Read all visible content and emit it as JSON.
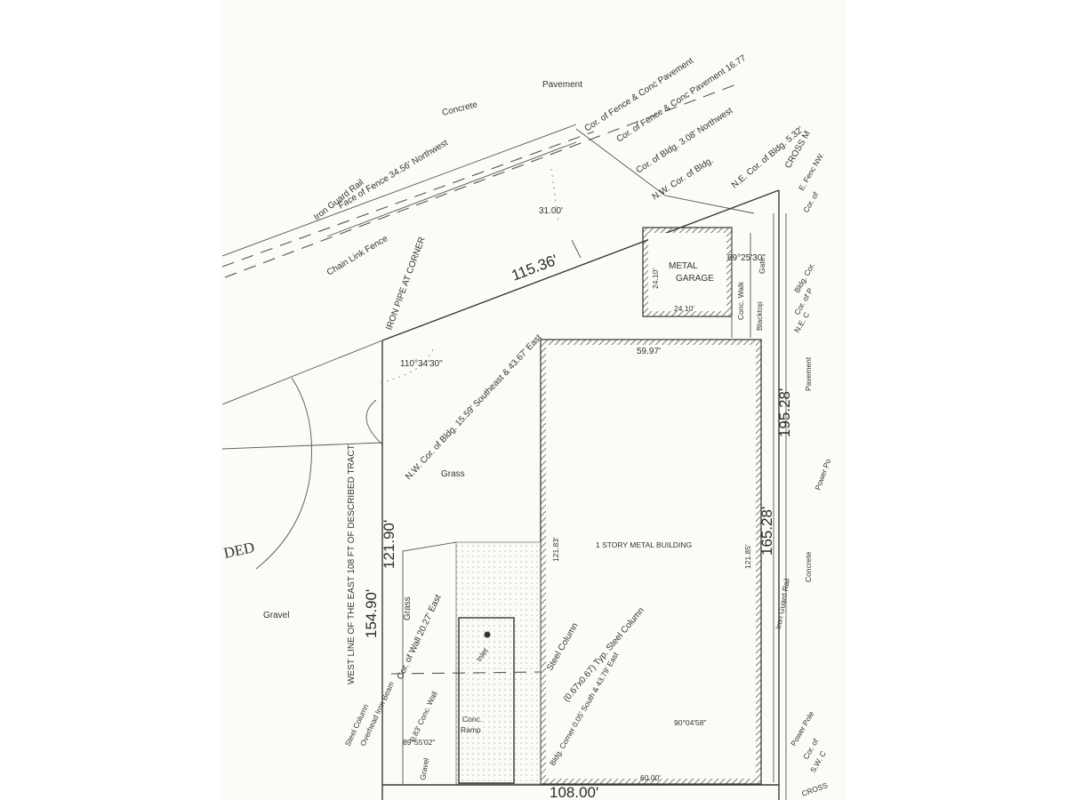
{
  "labels": {
    "pavement_top": "Pavement",
    "concrete_top": "Concrete",
    "iron_guard_rail": "Iron Guard Rail",
    "face_of_fence": "Face of Fence 34.56' Northwest",
    "chain_link_fence": "Chain Link Fence",
    "cor_fence_conc_1": "Cor. of Fence & Conc Pavement",
    "cor_fence_conc_2": "Cor. of Fence & Conc Pavement 16.77",
    "cor_bldg_nw": "Cor. of Bldg. 3.08' Northwest",
    "nw_cor_bldg": "N.W. Cor. of Bldg.",
    "ne_cor_bldg": "N.E. Cor. of Bldg. 5.32'",
    "cross": "CROSS M",
    "e_fence": "E. Fenc NW.",
    "cor_of": "Cor. of",
    "dim_31": "31.00'",
    "dim_115": "115.36'",
    "iron_pipe": "IRON PIPE AT CORNER",
    "angle_110": "110°34'30\"",
    "angle_69": "69°25'30\"",
    "metal_garage": "METAL GARAGE",
    "garage_dim_v": "24.10'",
    "garage_dim_h": "24.10'",
    "conc_walk": "Conc. Walk",
    "blacktop": "Blacktop",
    "gate": "Gate",
    "bldg_cor": "Bldg. Cor.",
    "cor_of_p": "Cor. of P",
    "ne_c": "N.E. C",
    "bldg_dim_top": "59.97'",
    "nw_cor_note": "N.W. Cor. of Bldg. 15.59' Southeast & 43.67' East",
    "grass_1": "Grass",
    "grass_2": "Grass",
    "ded": "DED",
    "west_line": "WEST LINE OF THE EAST 108 FT OF DESCRIBED TRACT",
    "dim_121_90": "121.90'",
    "dim_154_90": "154.90'",
    "gravel_1": "Gravel",
    "gravel_2": "Gravel",
    "bldg_dim_left": "121.83'",
    "bldg_dim_right": "121.85'",
    "metal_building": "1 STORY METAL BUILDING",
    "pavement_right": "Pavement",
    "dim_195": "195.28'",
    "dim_165": "165.28'",
    "power_pole": "Power Po",
    "concrete_right": "Concrete",
    "iron_guard_rail_2": "Iron Guard Rail",
    "cor_wall": "Cor. of Wall 20.27' East",
    "steel_column": "Steel Column",
    "steel_column_typ": "(0.67x0.67) Typ. Steel Column",
    "inlet": "Inlet",
    "steel_col_left": "Steel Column",
    "overhead_beam": "Overhead Iron Beam",
    "conc_wall": "0.83' Conc. Wall",
    "conc_ramp": "Conc. Ramp",
    "bldg_corner_note": "Bldg. Corner 0.05' South & 43.79' East",
    "angle_90": "90°04'58\"",
    "angle_89": "89°55'02\"",
    "bldg_dim_bottom": "60.00'",
    "dim_108": "108.00'",
    "power_pole_2": "Power Pole",
    "cor_of_b": "Cor. of",
    "sw_c": "S.W. C",
    "cross_2": "CROSS"
  }
}
